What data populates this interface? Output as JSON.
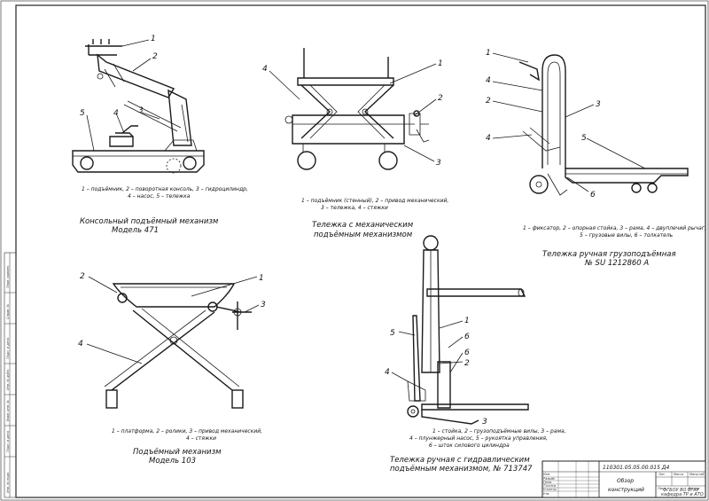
{
  "sheet": {
    "designation": "110301.05.05.00.015 Д4",
    "drawing_title_line1": "Обзор",
    "drawing_title_line2": "конструкций",
    "organization_line1": "ФГБОУ ВО ВГАУ",
    "organization_line2": "кафедра ТР и АТО",
    "tb_headers": [
      "Лит.",
      "Масса",
      "Масштаб"
    ],
    "tb_roles": [
      "Изм.",
      "Разраб.",
      "Пров.",
      "Т.контр.",
      "Н.контр.",
      "Утв."
    ],
    "tb_sheet": "Лист",
    "tb_sheets": "Листов",
    "left_strip": [
      "Перв. примен.",
      "Справ. №",
      "Подп. и дата",
      "Инв. № дубл.",
      "Взам. инв. №",
      "Подп. и дата",
      "Инв. № подл."
    ]
  },
  "figures": {
    "fig1": {
      "callouts": [
        "1",
        "2",
        "3",
        "4",
        "5"
      ],
      "caption_line1": "1 – подъёмник, 2 – поворотная консоль, 3 – гидроцилиндр,",
      "caption_line2": "4 – насос, 5 – тележка",
      "title_line1": "Консольный подъёмный механизм",
      "title_line2": "Модель 471"
    },
    "fig2": {
      "callouts": [
        "1",
        "2",
        "3",
        "4"
      ],
      "caption_line1": "1 – подъёмник (стенный), 2 – привод механический,",
      "caption_line2": "3 – тележка, 4 – стяжки",
      "title_line1": "Тележка с механическим",
      "title_line2": "подъёмным механизмом"
    },
    "fig3": {
      "callouts": [
        "1",
        "2",
        "3",
        "4",
        "5",
        "6"
      ],
      "caption_line1": "1 – фиксатор, 2 – опорная стойка, 3 – рама, 4 – двуплечий рычаг,",
      "caption_line2": "5 – грузовые вилы, 6 – толкатель",
      "title_line1": "Тележка ручная грузоподъёмная",
      "title_line2": "№ SU 1212860 А"
    },
    "fig4": {
      "callouts": [
        "1",
        "2",
        "3",
        "4"
      ],
      "caption_line1": "1 – платформа, 2 – ролики, 3 – привод механический,",
      "caption_line2": "4 – стяжки",
      "title_line1": "Подъёмный механизм",
      "title_line2": "Модель 103"
    },
    "fig5": {
      "callouts": [
        "1",
        "2",
        "3",
        "4",
        "5",
        "6"
      ],
      "caption_line1": "1 – стойка, 2 – грузоподъёмные вилы, 3 – рама,",
      "caption_line2": "4 – плунжерный насос, 5 – рукоятка управления,",
      "caption_line3": "6 – шток силового цилиндра",
      "title_line1": "Тележка ручная с гидравлическим",
      "title_line2": "подъёмным механизмом, № 713747"
    }
  }
}
